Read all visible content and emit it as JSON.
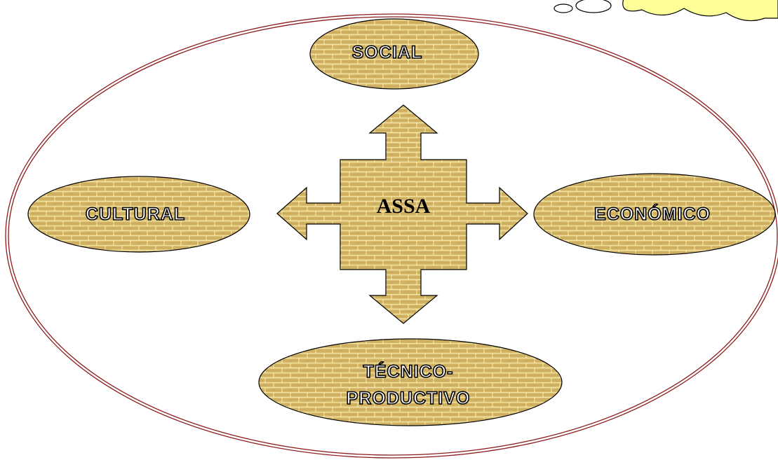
{
  "diagram": {
    "center": {
      "label": "ASSA"
    },
    "nodes": {
      "social": {
        "label": "SOCIAL"
      },
      "cultural": {
        "label": "CULTURAL"
      },
      "economico": {
        "label": "ECONÓMICO"
      },
      "tecnico": {
        "line1": "TÉCNICO-",
        "line2": "PRODUCTIVO"
      }
    }
  },
  "colors": {
    "brick_fill": "#d4b465",
    "brick_mortar": "#f3e6a4",
    "outline": "#000000",
    "boundary": "#8b1c1c",
    "cloud_fill": "#ffff99"
  }
}
